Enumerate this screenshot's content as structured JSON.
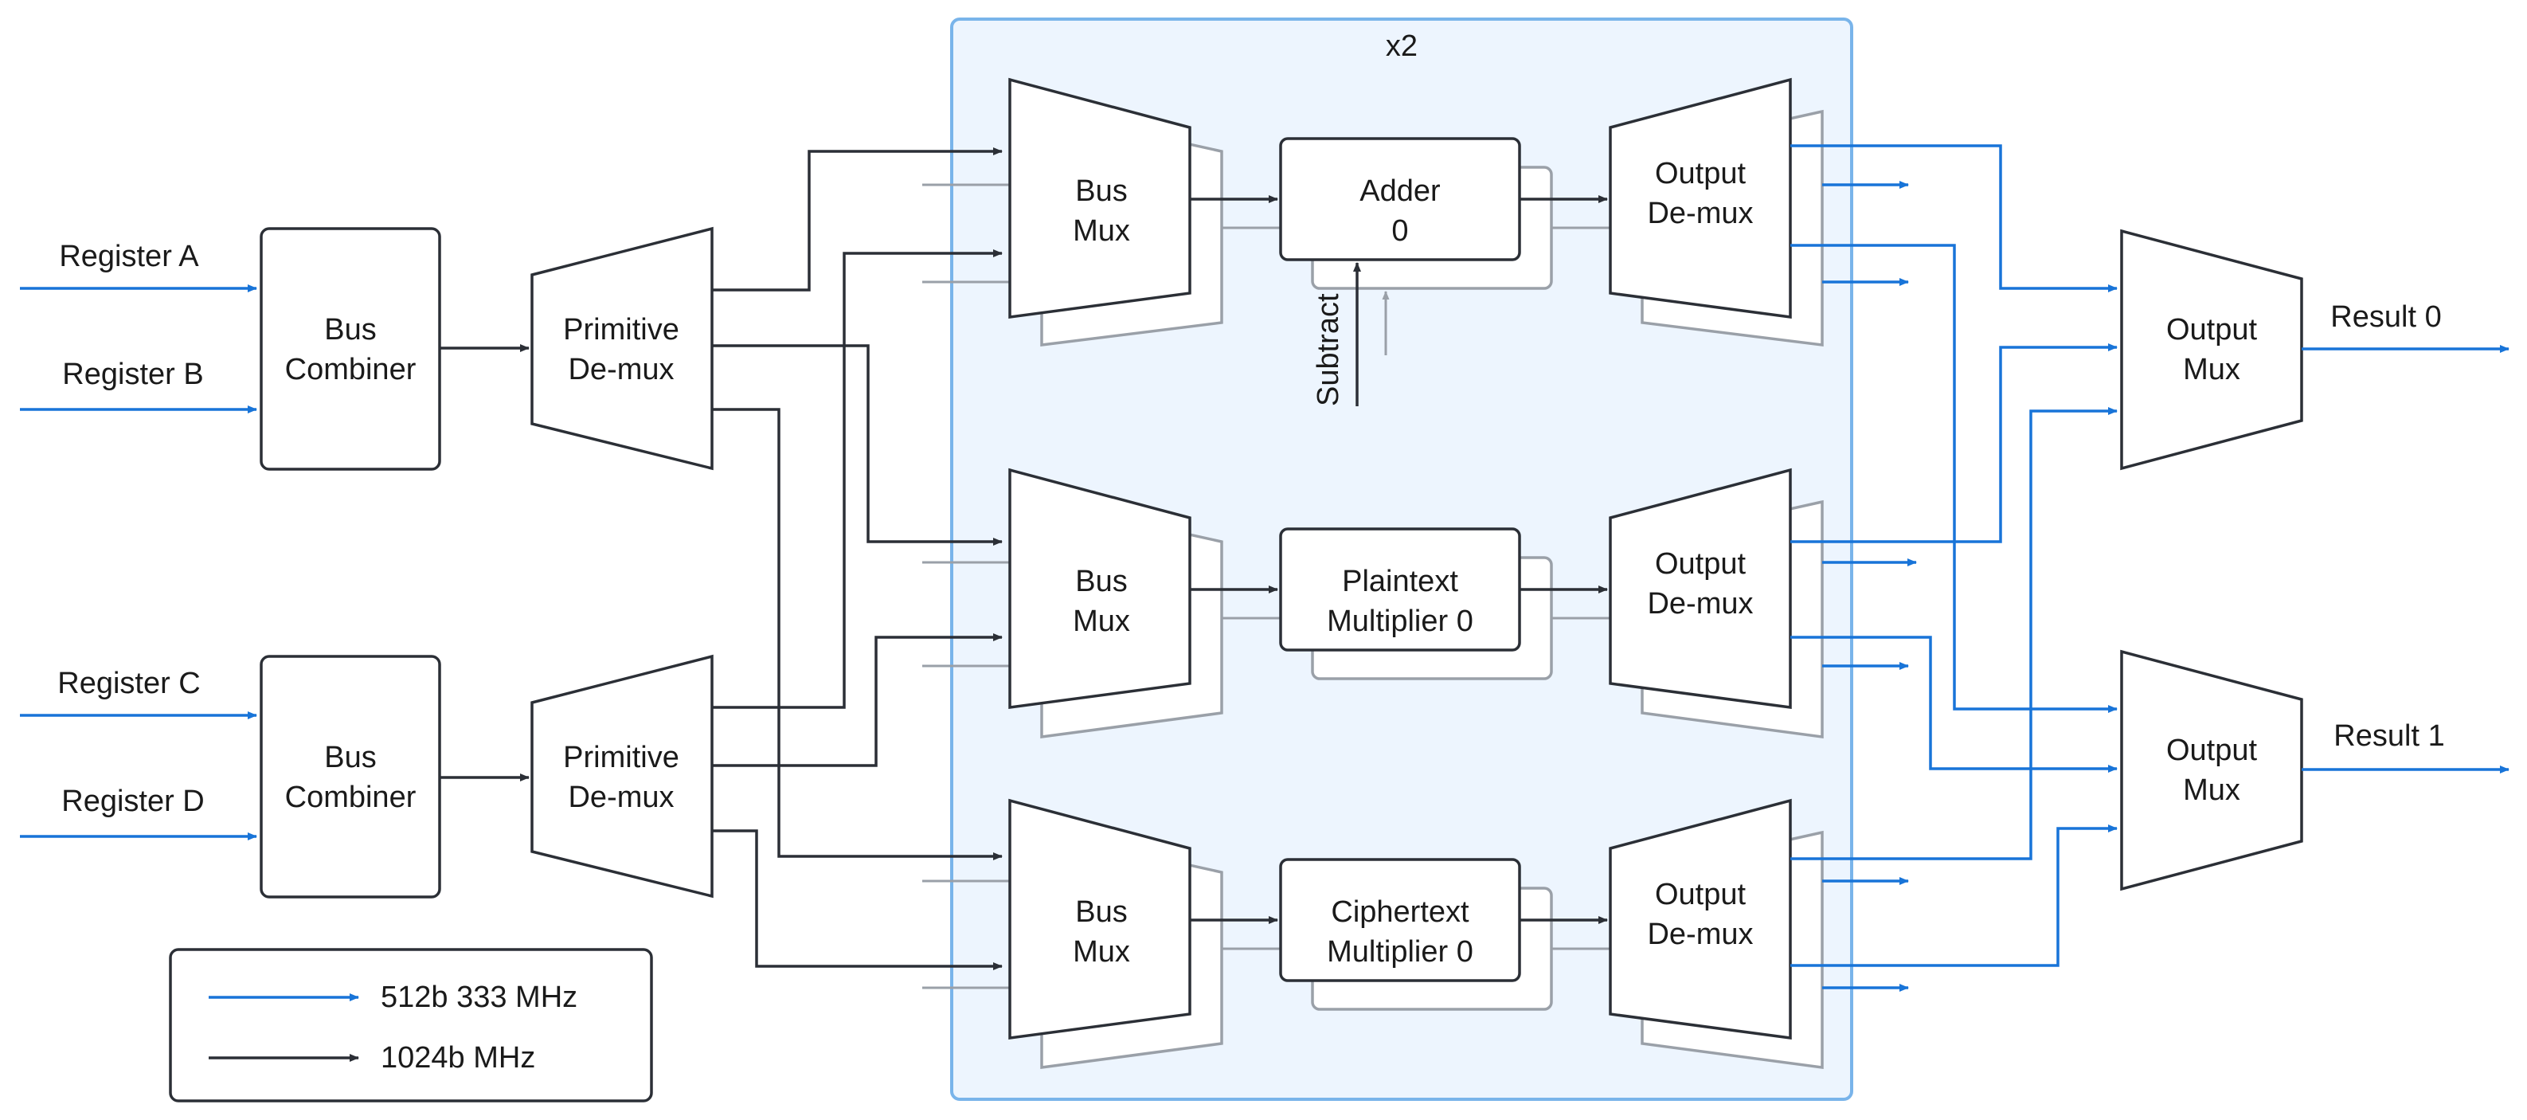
{
  "repeat_label": "x2",
  "inputs": [
    "Register A",
    "Register B",
    "Register C",
    "Register D"
  ],
  "bus_combiner": "Bus Combiner",
  "primitive_demux": "Primitive De-mux",
  "bus_mux": "Bus Mux",
  "units": [
    "Adder 0",
    "Plaintext Multiplier 0",
    "Ciphertext Multiplier 0"
  ],
  "output_demux": "Output De-mux",
  "output_mux": "Output Mux",
  "subtract": "Subtract",
  "results": [
    "Result 0",
    "Result 1"
  ],
  "legend": [
    {
      "label": "512b 333 MHz",
      "color": "#1874d8"
    },
    {
      "label": "1024b MHz",
      "color": "#2b2f36"
    }
  ]
}
